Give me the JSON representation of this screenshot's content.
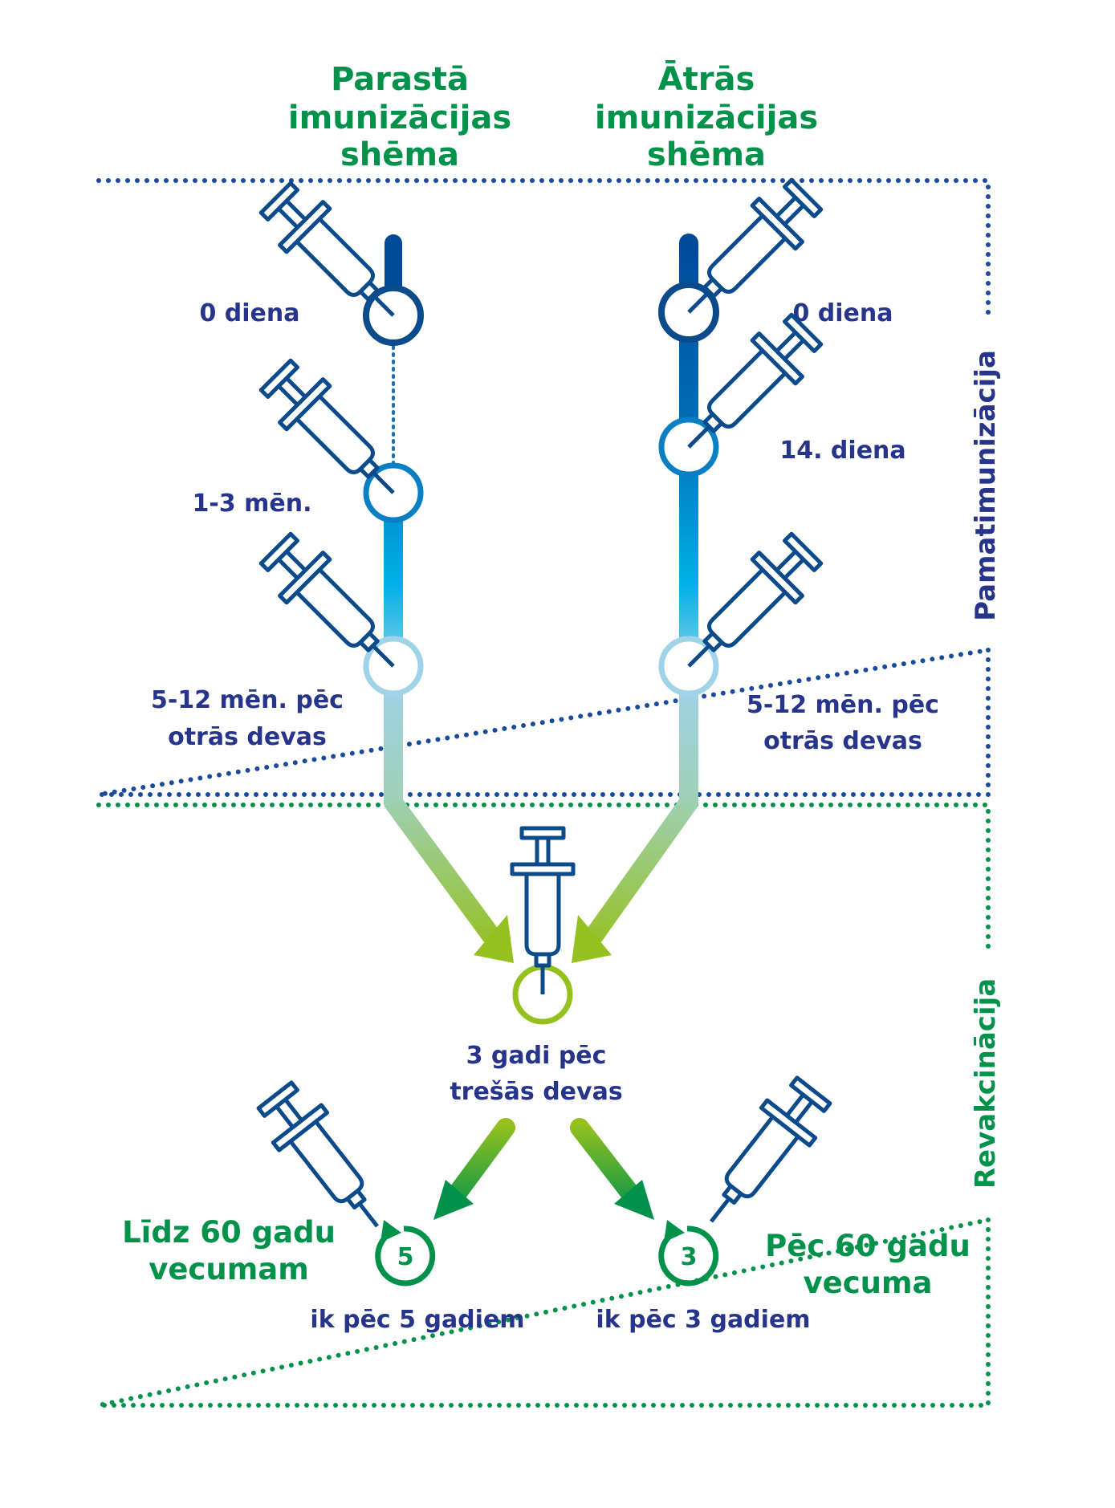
{
  "headers": {
    "standard": [
      "Parastā",
      "imunizācijas",
      "shēma"
    ],
    "rapid": [
      "Ātrās",
      "imunizācijas",
      "shēma"
    ]
  },
  "sections": {
    "primary": "Pamatimunizācija",
    "booster": "Revakcinācija"
  },
  "standard_schedule": {
    "dose1": "0 diena",
    "dose2": "1-3 mēn.",
    "dose3": [
      "5-12 mēn. pēc",
      "otrās devas"
    ]
  },
  "rapid_schedule": {
    "dose1": "0 diena",
    "dose2": "14. diena",
    "dose3": [
      "5-12 mēn. pēc",
      "otrās devas"
    ]
  },
  "booster": {
    "first": [
      "3 gadi pēc",
      "trešās devas"
    ],
    "under60": {
      "label": [
        "Līdz 60 gadu",
        "vecumam"
      ],
      "interval": "ik pēc 5 gadiem",
      "cycle": "5"
    },
    "over60": {
      "label": [
        "Pēc 60 gadu",
        "vecuma"
      ],
      "interval": "ik pēc 3 gadiem",
      "cycle": "3"
    }
  },
  "colors": {
    "primary_blue": "#27348b",
    "green": "#00924a",
    "lime": "#95c11f",
    "dark_blue": "#004a98",
    "cyan": "#00a0dc",
    "light_blue": "#9fd3e8"
  }
}
